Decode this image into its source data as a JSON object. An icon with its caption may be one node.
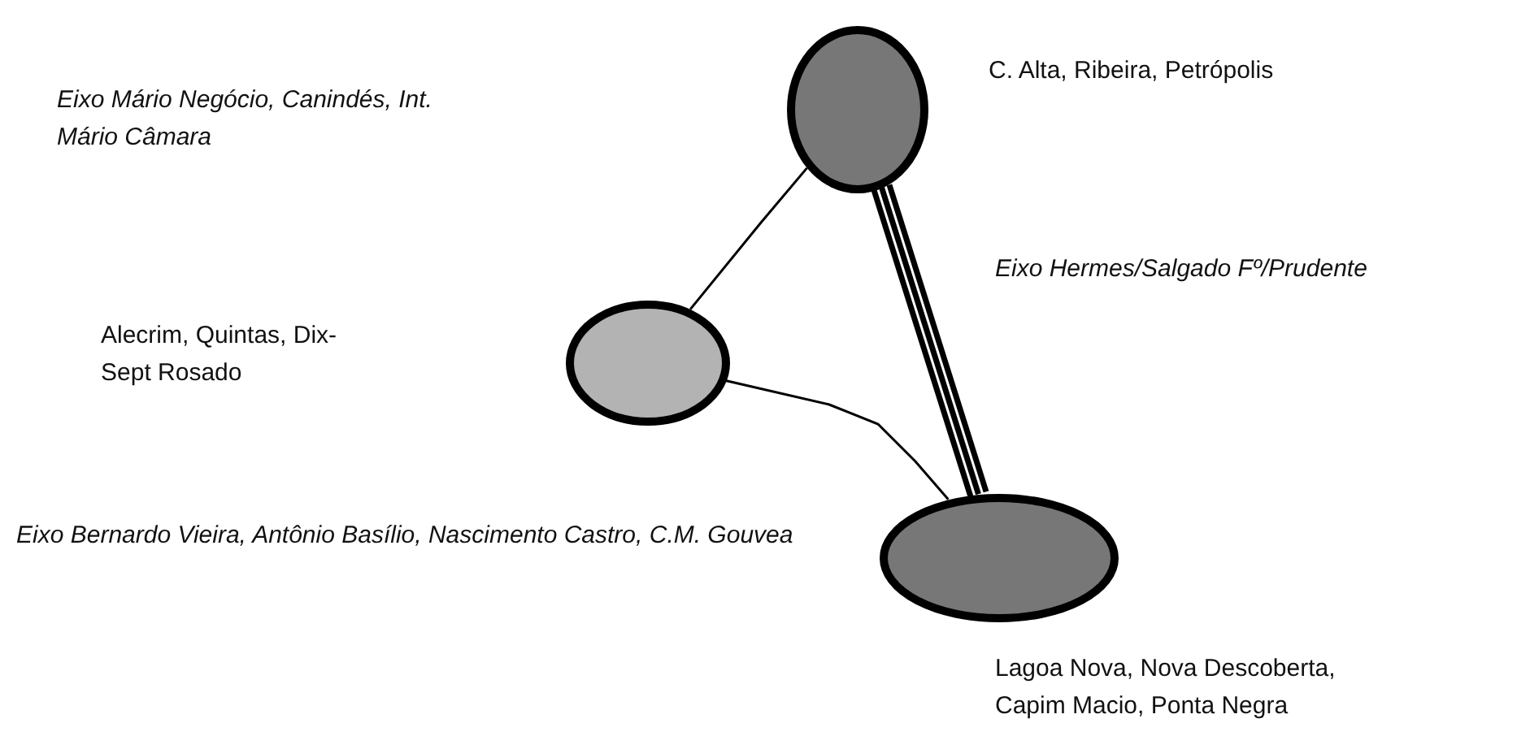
{
  "diagram": {
    "nodes": [
      {
        "text": [],
        "shape": "ellipse",
        "beside": [
          "C. Alta, Ribeira, Petrópolis"
        ]
      },
      {
        "text": [],
        "shape": "ellipse"
      },
      {
        "text": [],
        "shape": "ellipse",
        "beside": [
          "Lagoa Nova, Nova Descoberta, Capim Macio, Ponta Negra"
        ]
      }
    ],
    "edges": [
      {
        "from": 0,
        "to": 1,
        "arrow": "none"
      },
      {
        "from": 0,
        "to": 2,
        "arrow": "none",
        "style": "thick",
        "label": "Eixo Hermes/Salgado Fº/Prudente"
      },
      {
        "from": 1,
        "to": 2,
        "arrow": "none"
      }
    ],
    "labels": [
      "Eixo Mário Negócio, Canindés, Int. Mário Câmara",
      "Alecrim, Quintas, Dix-Sept Rosado",
      "Eixo Bernardo Vieira, Antônio Basílio, Nascimento Castro, C.M. Gouvea"
    ]
  }
}
